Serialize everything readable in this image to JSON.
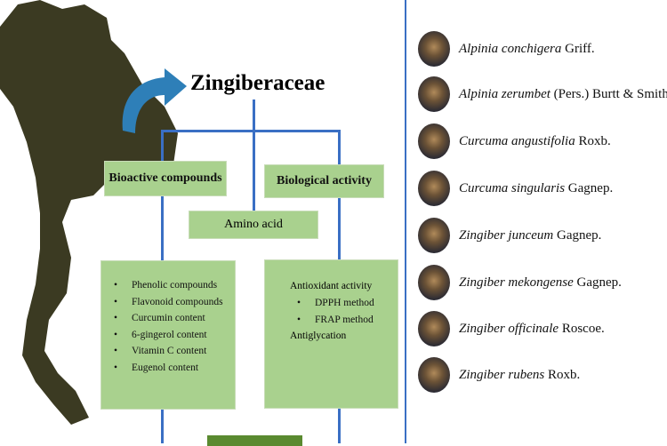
{
  "title": "Zingiberaceae",
  "bioactive": {
    "label": "Bioactive compounds",
    "items": [
      "Phenolic compounds",
      "Flavonoid compounds",
      "Curcumin content",
      "6-gingerol content",
      "Vitamin C content",
      "Eugenol content"
    ]
  },
  "biological": {
    "label": "Biological activity",
    "antioxidant": "Antioxidant activity",
    "methods": [
      "DPPH method",
      "FRAP method"
    ],
    "antiglycation": "Antiglycation"
  },
  "amino": "Amino acid",
  "species": [
    {
      "genus_species": "Alpinia conchigera",
      "author": "Griff."
    },
    {
      "genus_species": "Alpinia zerumbet",
      "author": "(Pers.) Burtt & Smith"
    },
    {
      "genus_species": "Curcuma angustifolia",
      "author": "Roxb."
    },
    {
      "genus_species": "Curcuma singularis",
      "author": "Gagnep."
    },
    {
      "genus_species": "Zingiber junceum",
      "author": "Gagnep."
    },
    {
      "genus_species": "Zingiber mekongense",
      "author": "Gagnep."
    },
    {
      "genus_species": "Zingiber officinale",
      "author": "Roscoe."
    },
    {
      "genus_species": "Zingiber rubens",
      "author": "Roxb."
    }
  ],
  "colors": {
    "line": "#3a6fc4",
    "box": "#a9d18e",
    "map": "#3b3a22",
    "arrow": "#2e7fb8"
  }
}
